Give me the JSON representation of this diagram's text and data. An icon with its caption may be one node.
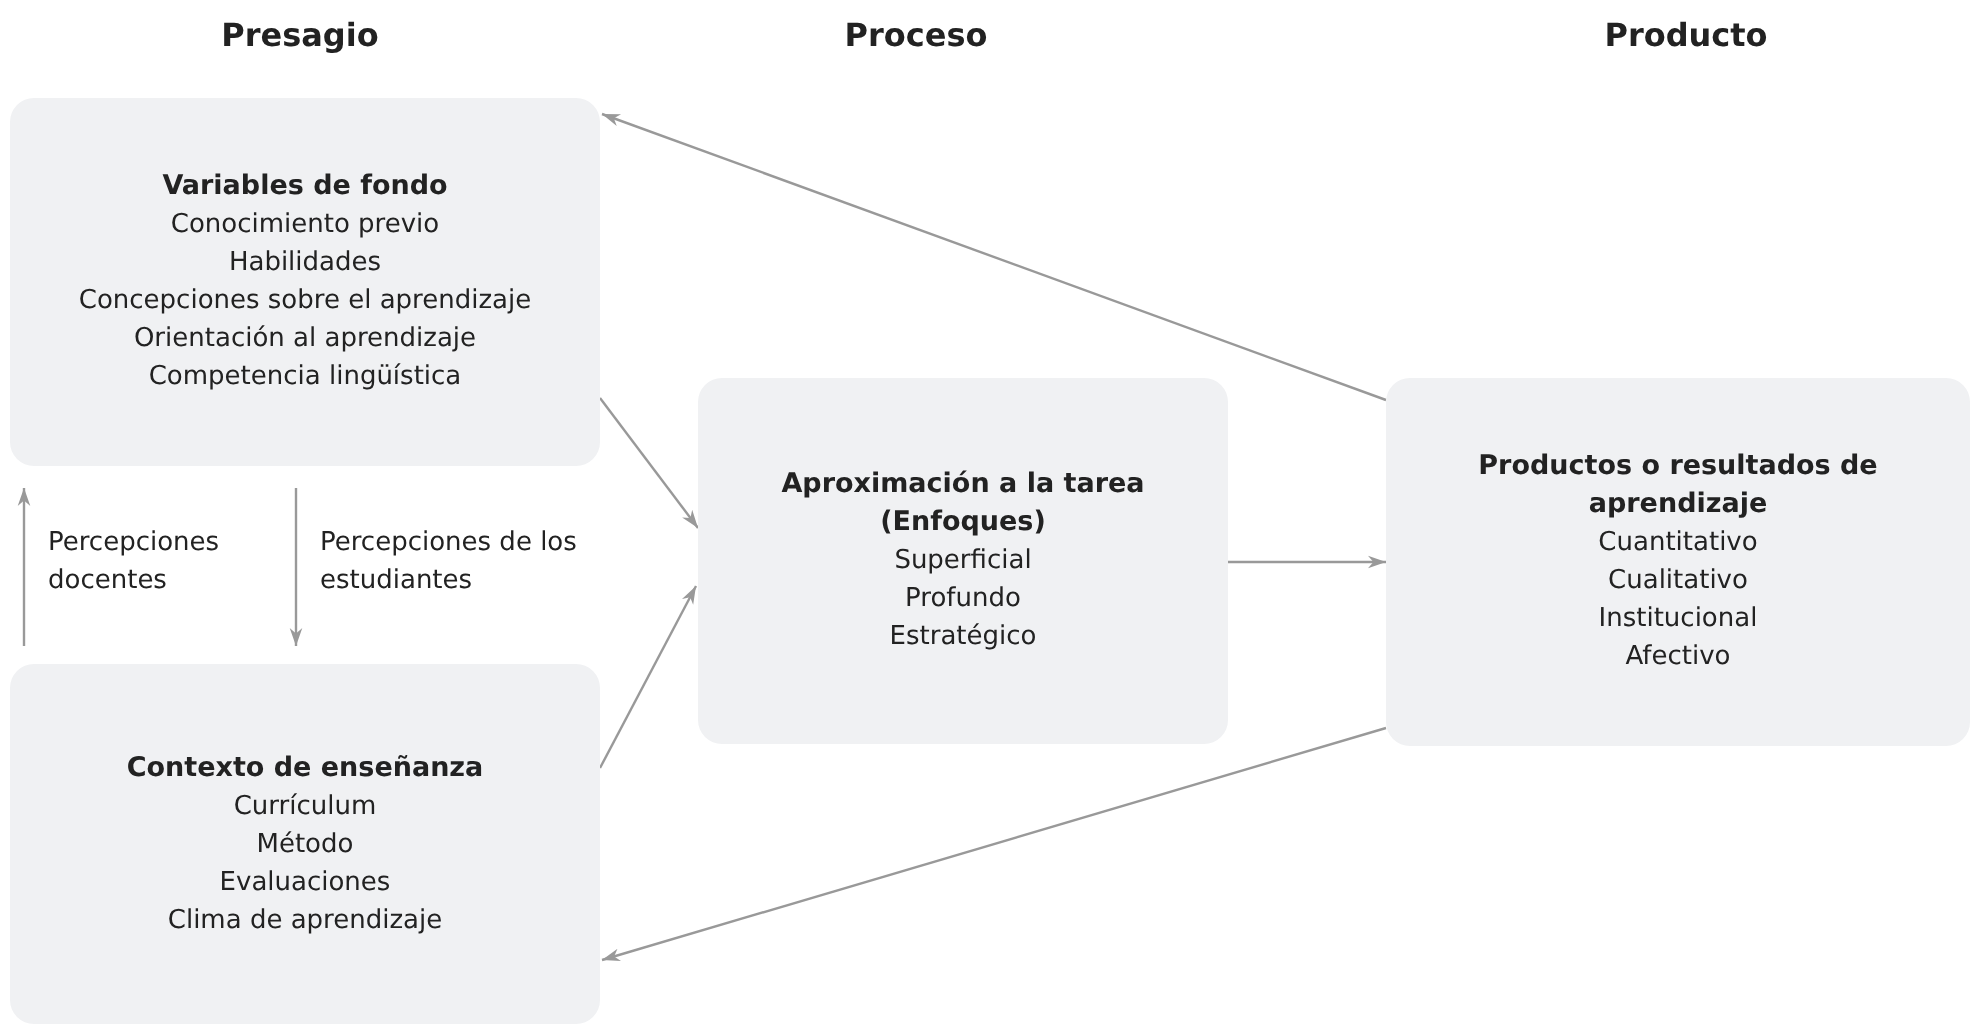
{
  "diagram": {
    "nodes": [
      {
        "text": [
          "Variables de fondo",
          "Conocimiento previo",
          "Habilidades",
          "Concepciones sobre el aprendizaje",
          "Orientación al aprendizaje",
          "Competencia lingüística"
        ]
      },
      {
        "text": [
          "Contexto de enseñanza",
          "Currículum",
          "Método",
          "Evaluaciones",
          "Clima de aprendizaje"
        ]
      },
      {
        "text": [
          "Aproximación a la tarea (Enfoques)",
          "Superficial",
          "Profundo",
          "Estratégico"
        ]
      },
      {
        "text": [
          "Productos o resultados de aprendizaje",
          "Cuantitativo",
          "Cualitativo",
          "Institucional",
          "Afectivo"
        ]
      }
    ],
    "edges": [
      {
        "from": 3,
        "to": 0,
        "arrow": "to"
      },
      {
        "from": 0,
        "to": 2,
        "arrow": "to"
      },
      {
        "from": 1,
        "to": 2,
        "arrow": "to"
      },
      {
        "from": 2,
        "to": 3,
        "arrow": "to"
      },
      {
        "from": 3,
        "to": 1,
        "arrow": "to"
      },
      {
        "from": 1,
        "to": 0,
        "arrow": "to",
        "label": "Percepciones docentes"
      },
      {
        "from": 0,
        "to": 1,
        "arrow": "to",
        "label": "Percepciones de los estudiantes"
      }
    ],
    "labels": [
      "Presagio",
      "Proceso",
      "Producto"
    ]
  }
}
